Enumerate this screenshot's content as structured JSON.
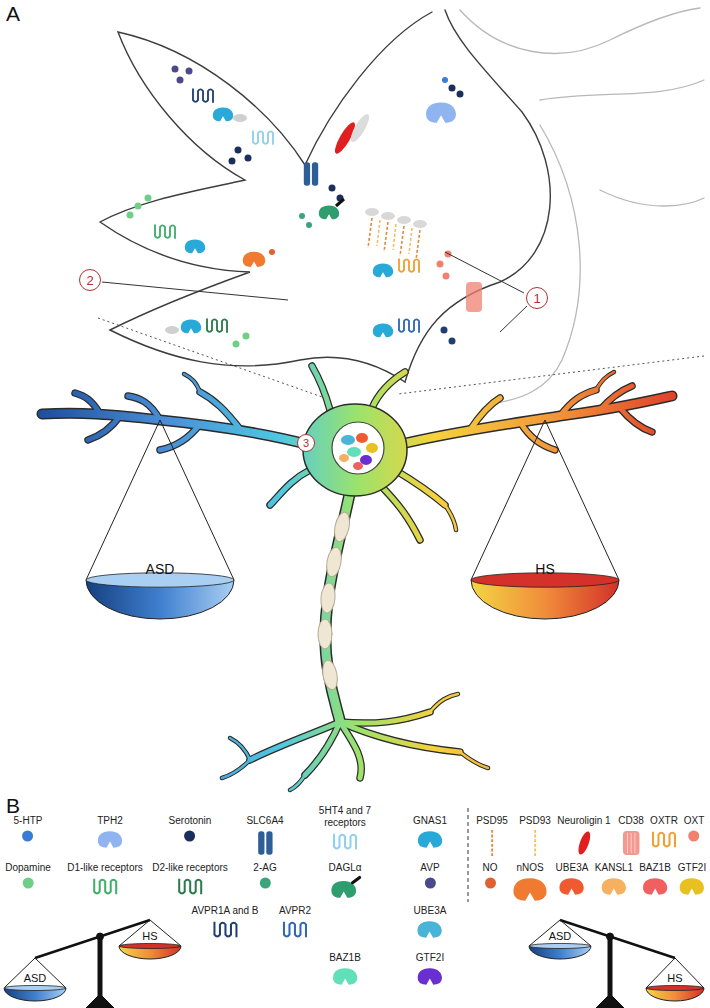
{
  "diagram": {
    "nodes": [
      {
        "text": [
          "ASD"
        ]
      },
      {
        "text": [
          "HS"
        ]
      },
      {
        "text": [
          "ASD"
        ]
      },
      {
        "text": [
          "HS"
        ]
      },
      {
        "text": [
          "ASD"
        ]
      },
      {
        "text": [
          "HS"
        ]
      }
    ],
    "labels": [
      "A",
      "1",
      "2",
      "3",
      "B"
    ],
    "legend": [
      {
        "text": "5-HTP",
        "color": "#3a7bd5"
      },
      {
        "text": "TPH2",
        "color": "#8fb4f0"
      },
      {
        "text": "Serotonin",
        "color": "#1a2f5c"
      },
      {
        "text": "SLC6A4",
        "color": "#2d5f96"
      },
      {
        "text": "5HT4 and 7 receptors",
        "color": "#8ed0ee"
      },
      {
        "text": "GNAS1",
        "color": "#29a9d8"
      },
      {
        "text": "Dopamine",
        "color": "#6fcf87"
      },
      {
        "text": "D1-like receptors",
        "color": "#3fae6a"
      },
      {
        "text": "D2-like receptors",
        "color": "#2a7a4a"
      },
      {
        "text": "2-AG",
        "color": "#3aa57a"
      },
      {
        "text": "DAGLα",
        "color": "#2e9e6e"
      },
      {
        "text": "AVP",
        "color": "#4a4a8a"
      },
      {
        "text": "AVPR1A and B",
        "color": "#1f3f73"
      },
      {
        "text": "AVPR2",
        "color": "#2f66b5"
      },
      {
        "text": "UBE3A",
        "color": "#4ab3d8"
      },
      {
        "text": "BAZ1B",
        "color": "#5fe0b8"
      },
      {
        "text": "GTF2I",
        "color": "#6a2fd0"
      },
      {
        "text": "PSD95",
        "color": "#e08a3c"
      },
      {
        "text": "PSD93",
        "color": "#f0c060"
      },
      {
        "text": "Neuroligin 1",
        "color": "#e02020"
      },
      {
        "text": "CD38",
        "color": "#f08070"
      },
      {
        "text": "OXTR",
        "color": "#f0a030"
      },
      {
        "text": "OXT",
        "color": "#f08070"
      },
      {
        "text": "NO",
        "color": "#e06030"
      },
      {
        "text": "nNOS",
        "color": "#f07a30"
      },
      {
        "text": "UBE3A",
        "color": "#f05a30"
      },
      {
        "text": "KANSL1",
        "color": "#f5b060"
      },
      {
        "text": "BAZ1B",
        "color": "#f06060"
      },
      {
        "text": "GTF2I",
        "color": "#e8c020"
      }
    ]
  }
}
